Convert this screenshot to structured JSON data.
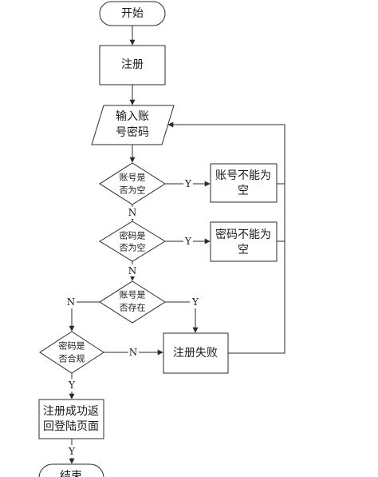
{
  "flowchart": {
    "start": "开始",
    "register": "注册",
    "input": [
      "输入账",
      "号密码"
    ],
    "account_empty_q": [
      "账号是",
      "否为空"
    ],
    "account_empty_msg": [
      "账号不能为",
      "空"
    ],
    "password_empty_q": [
      "密码是",
      "否为空"
    ],
    "password_empty_msg": [
      "密码不能为",
      "空"
    ],
    "account_exists_q": [
      "账号是",
      "否存在"
    ],
    "password_valid_q": [
      "密码是",
      "否合规"
    ],
    "fail": "注册失败",
    "success": [
      "注册成功返",
      "回登陆页面"
    ],
    "end": "结束"
  },
  "edge_labels": {
    "yes": "Y",
    "no": "N"
  }
}
